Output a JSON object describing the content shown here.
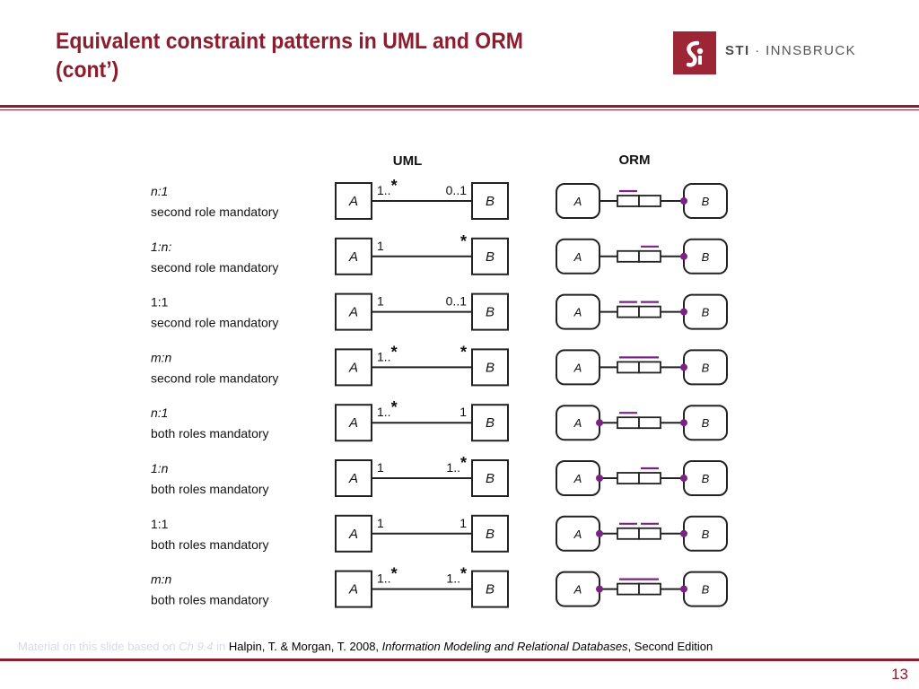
{
  "slide": {
    "title": "Equivalent constraint patterns in UML and ORM (cont’)",
    "page_number": "13"
  },
  "logo": {
    "mark_glyph": "ʃ",
    "brand": "STI",
    "separator": " · ",
    "location": "INNSBRUCK"
  },
  "colors": {
    "title": "#8c1d2e",
    "rule": "#8c1d2e",
    "orm_constraint": "#7b2382",
    "logo_bg": "#9c2636"
  },
  "figure": {
    "uml_header": "UML",
    "orm_header": "ORM",
    "entity_a": "A",
    "entity_b": "B",
    "rows": [
      {
        "label_line1": "n:1",
        "label_line2": "second role mandatory",
        "uml_left": "1..*",
        "uml_right": "0..1",
        "orm_uc": "first",
        "orm_mand_a": false,
        "orm_mand_b": true
      },
      {
        "label_line1": "1:n:",
        "label_line2": "second role mandatory",
        "uml_left": "1",
        "uml_right": "*",
        "orm_uc": "second",
        "orm_mand_a": false,
        "orm_mand_b": true
      },
      {
        "label_line1": "1:1",
        "label_line2": "second role mandatory",
        "uml_left": "1",
        "uml_right": "0..1",
        "orm_uc": "each",
        "orm_mand_a": false,
        "orm_mand_b": true
      },
      {
        "label_line1": "m:n",
        "label_line2": "second role mandatory",
        "uml_left": "1..*",
        "uml_right": "*",
        "orm_uc": "spanning",
        "orm_mand_a": false,
        "orm_mand_b": true
      },
      {
        "label_line1": "n:1",
        "label_line2": "both roles mandatory",
        "uml_left": "1..*",
        "uml_right": "1",
        "orm_uc": "first",
        "orm_mand_a": true,
        "orm_mand_b": true
      },
      {
        "label_line1": "1:n",
        "label_line2": "both roles mandatory",
        "uml_left": "1",
        "uml_right": "1..*",
        "orm_uc": "second",
        "orm_mand_a": true,
        "orm_mand_b": true
      },
      {
        "label_line1": "1:1",
        "label_line2": "both roles mandatory",
        "uml_left": "1",
        "uml_right": "1",
        "orm_uc": "each",
        "orm_mand_a": true,
        "orm_mand_b": true
      },
      {
        "label_line1": "m:n",
        "label_line2": "both roles mandatory",
        "uml_left": "1..*",
        "uml_right": "1..*",
        "orm_uc": "spanning",
        "orm_mand_a": true,
        "orm_mand_b": true
      }
    ]
  },
  "credit": {
    "faded_intro": "Material on this slide based on ",
    "faded_chapter": "Ch 9.4",
    "faded_in": " in ",
    "authors": "Halpin, T. & Morgan, T. 2008, ",
    "book": "Information Modeling and Relational Databases",
    "edition": ", Second Edition"
  }
}
